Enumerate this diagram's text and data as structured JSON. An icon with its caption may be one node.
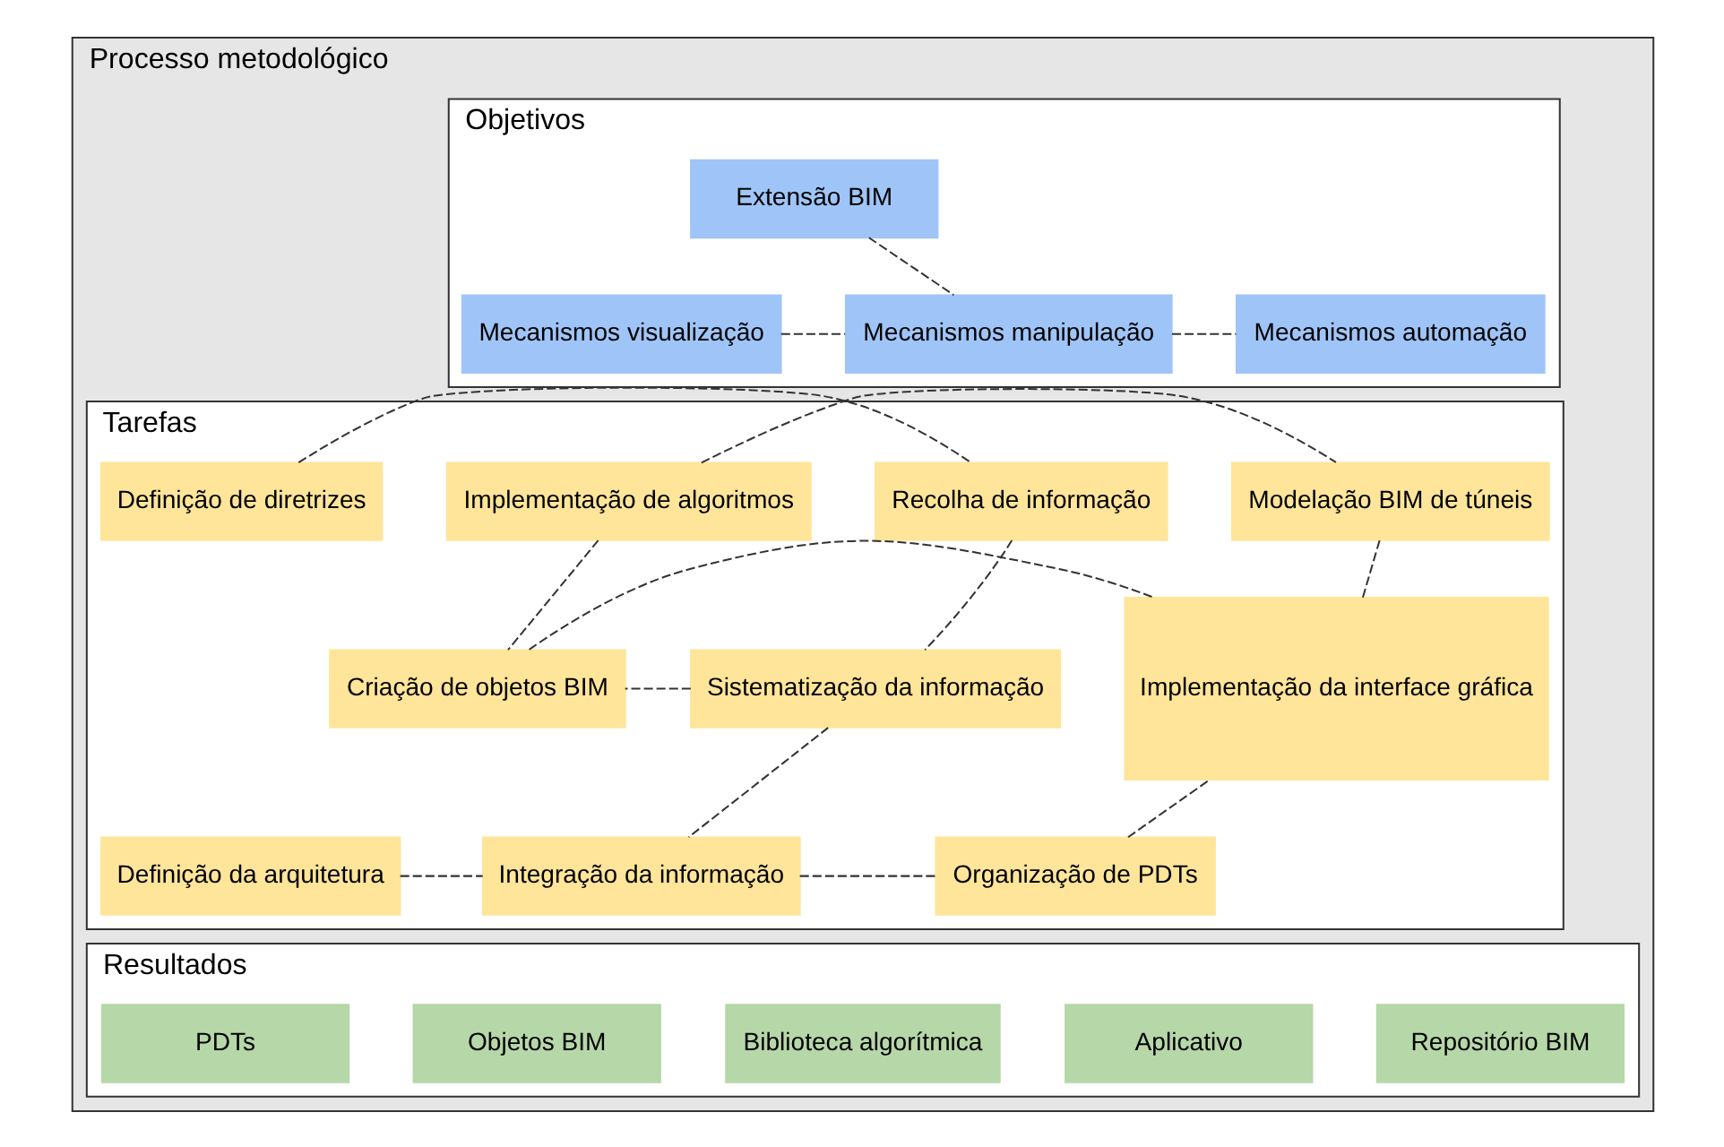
{
  "diagram": {
    "nodes": [
      {
        "text": [
          "Processo metodológico"
        ]
      },
      {
        "text": [
          "Objetivos"
        ],
        "in": 0
      },
      {
        "text": [
          "Extensão BIM"
        ],
        "in": 1
      },
      {
        "text": [
          "Mecanismos visualização"
        ],
        "in": 1
      },
      {
        "text": [
          "Mecanismos manipulação"
        ],
        "in": 1
      },
      {
        "text": [
          "Mecanismos automação"
        ],
        "in": 1
      },
      {
        "text": [
          "Tarefas"
        ],
        "in": 0
      },
      {
        "text": [
          "Definição de diretrizes"
        ],
        "in": 6
      },
      {
        "text": [
          "Recolha de informação"
        ],
        "in": 6
      },
      {
        "text": [
          "Implementação de algoritmos"
        ],
        "in": 6
      },
      {
        "text": [
          "Modelação BIM de túneis"
        ],
        "in": 6
      },
      {
        "text": [
          "Sistematização da informação"
        ],
        "in": 6
      },
      {
        "text": [
          "Criação de objetos BIM"
        ],
        "in": 6
      },
      {
        "text": [
          "Implementação da interface gráfica"
        ],
        "in": 6
      },
      {
        "text": [
          "Definição da arquitetura"
        ],
        "in": 6
      },
      {
        "text": [
          "Integração da informação"
        ],
        "in": 6
      },
      {
        "text": [
          "Organização de PDTs"
        ],
        "in": 6
      },
      {
        "text": [
          "Resultados"
        ],
        "in": 0
      },
      {
        "text": [
          "PDTs"
        ],
        "in": 17
      },
      {
        "text": [
          "Objetos BIM"
        ],
        "in": 17
      },
      {
        "text": [
          "Biblioteca algorítmica"
        ],
        "in": 17
      },
      {
        "text": [
          "Repositório BIM"
        ],
        "in": 17
      },
      {
        "text": [
          "Aplicativo"
        ],
        "in": 17
      }
    ],
    "edges": [
      {
        "from": 2,
        "to": 4,
        "arrow": "none",
        "style": "dashed"
      },
      {
        "from": 3,
        "to": 4,
        "arrow": "none",
        "style": "dashed"
      },
      {
        "from": 4,
        "to": 5,
        "arrow": "none",
        "style": "dashed"
      },
      {
        "from": 7,
        "to": 8,
        "arrow": "none",
        "style": "dashed"
      },
      {
        "from": 8,
        "to": 11,
        "arrow": "none",
        "style": "dashed"
      },
      {
        "from": 9,
        "to": 10,
        "arrow": "none",
        "style": "dashed"
      },
      {
        "from": 9,
        "to": 12,
        "arrow": "none",
        "style": "dashed"
      },
      {
        "from": 10,
        "to": 13,
        "arrow": "none",
        "style": "dashed"
      },
      {
        "from": 11,
        "to": 12,
        "arrow": "none",
        "style": "dashed"
      },
      {
        "from": 12,
        "to": 13,
        "arrow": "none",
        "style": "dashed"
      },
      {
        "from": 11,
        "to": 15,
        "arrow": "none",
        "style": "dashed"
      },
      {
        "from": 14,
        "to": 15,
        "arrow": "none",
        "style": "dashed"
      },
      {
        "from": 15,
        "to": 16,
        "arrow": "none",
        "style": "dashed"
      },
      {
        "from": 16,
        "to": 13,
        "arrow": "none",
        "style": "dashed"
      }
    ]
  }
}
